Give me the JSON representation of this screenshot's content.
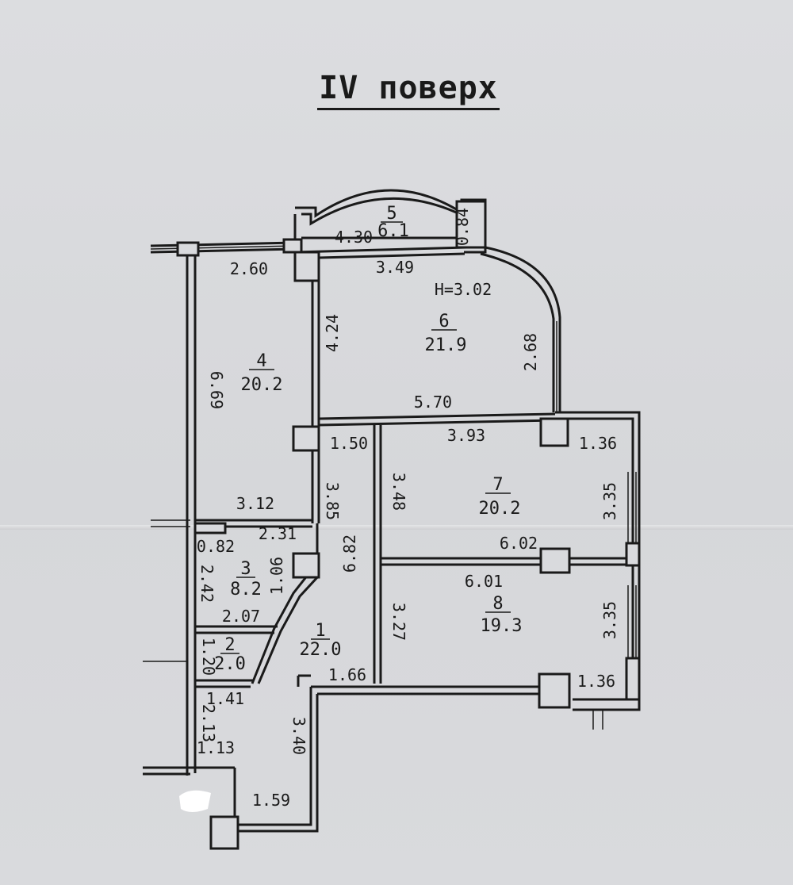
{
  "title": "IV поверх",
  "height_label": "H=3.02",
  "rooms": [
    {
      "number": "1",
      "area": "22.0"
    },
    {
      "number": "2",
      "area": "2.0"
    },
    {
      "number": "3",
      "area": "8.2"
    },
    {
      "number": "4",
      "area": "20.2"
    },
    {
      "number": "5",
      "area": "6.1"
    },
    {
      "number": "6",
      "area": "21.9"
    },
    {
      "number": "7",
      "area": "20.2"
    },
    {
      "number": "8",
      "area": "19.3"
    }
  ],
  "dimensions": [
    "4.30",
    "0.84",
    "2.60",
    "3.49",
    "6.69",
    "4.24",
    "2.68",
    "5.70",
    "1.50",
    "3.93",
    "1.36",
    "3.48",
    "3.35",
    "3.12",
    "3.85",
    "2.31",
    "0.82",
    "6.82",
    "6.02",
    "2.42",
    "1.06",
    "6.01",
    "3.27",
    "3.35",
    "2.07",
    "1.20",
    "1.66",
    "1.36",
    "1.41",
    "2.13",
    "1.13",
    "3.40",
    "1.59"
  ]
}
